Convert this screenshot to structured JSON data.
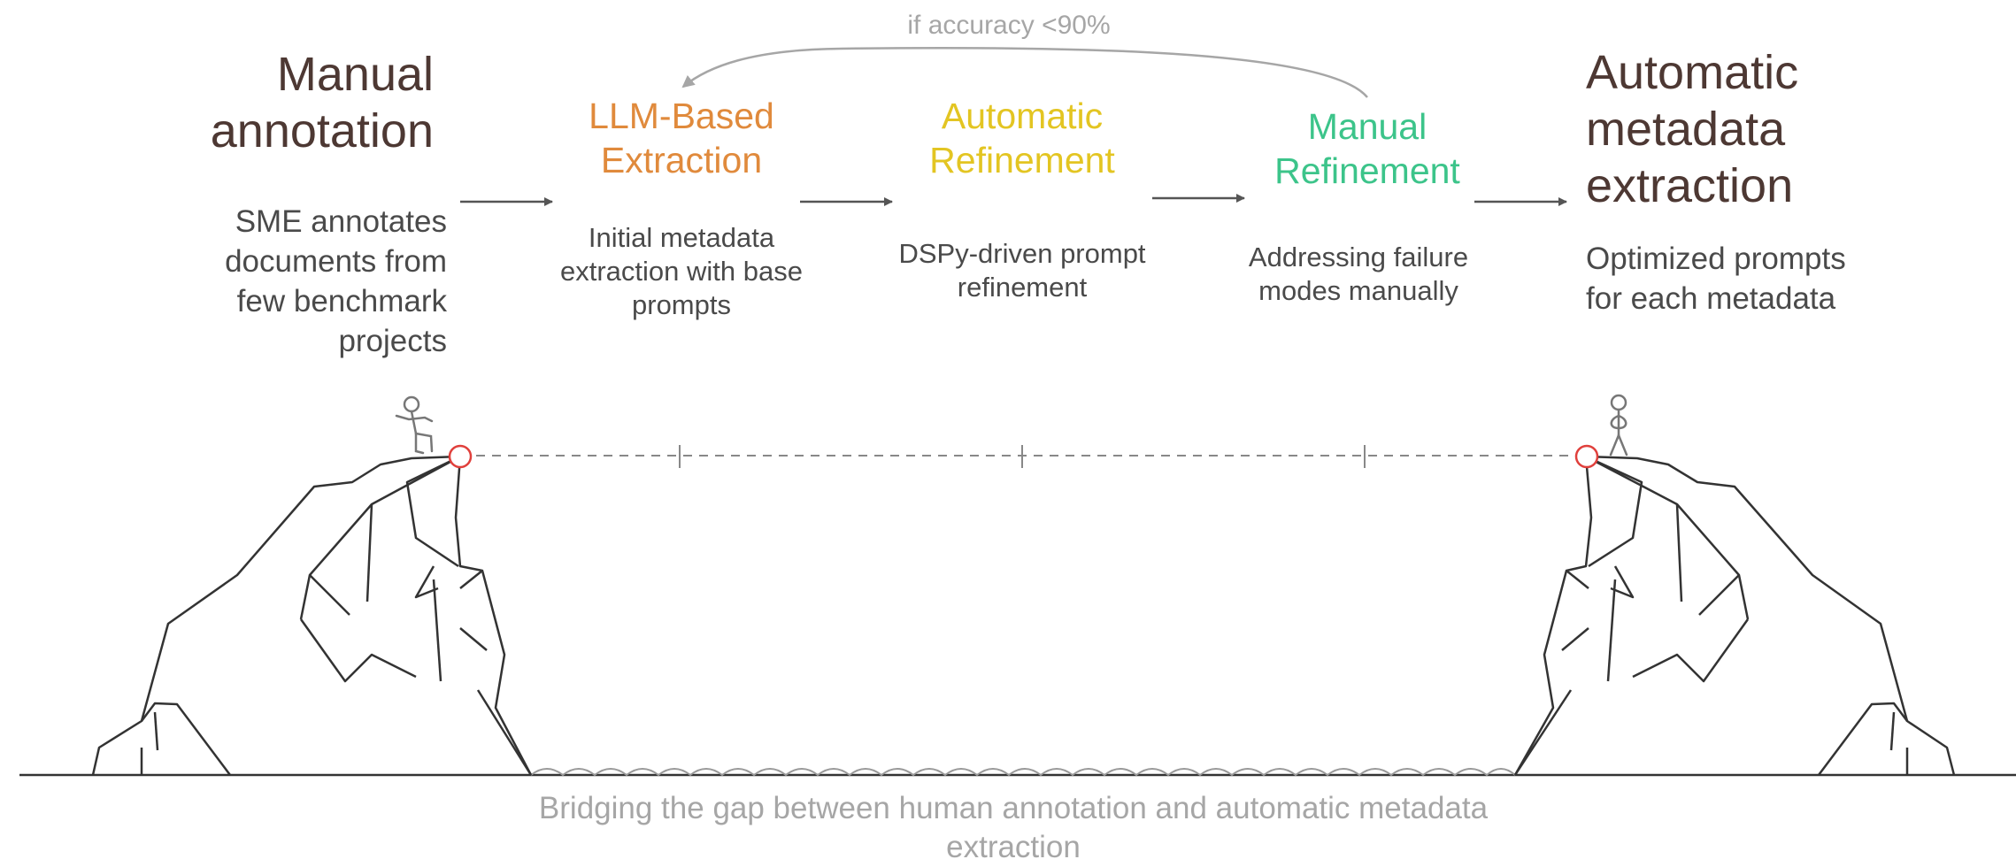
{
  "left_goal": {
    "title": "Manual annotation",
    "description": "SME annotates documents from few benchmark projects"
  },
  "right_goal": {
    "title": "Automatic metadata extraction",
    "description": "Optimized prompts for each metadata"
  },
  "stages": [
    {
      "title": "LLM-Based Extraction",
      "description": "Initial metadata extraction with base prompts",
      "color": "#e08a3c"
    },
    {
      "title": "Automatic Refinement",
      "description": "DSPy-driven prompt refinement",
      "color": "#e3c522"
    },
    {
      "title": "Manual Refinement",
      "description": "Addressing failure modes manually",
      "color": "#3cc48a"
    }
  ],
  "loop_label": "if accuracy <90%",
  "caption": "Bridging the gap between human annotation and automatic metadata extraction",
  "colors": {
    "dark_title": "#4d3833",
    "line": "#333333",
    "dashed": "#888888",
    "marker": "#e0403c",
    "muted": "#a6a6a6"
  },
  "icons": [
    "running-person-icon",
    "standing-person-icon"
  ]
}
